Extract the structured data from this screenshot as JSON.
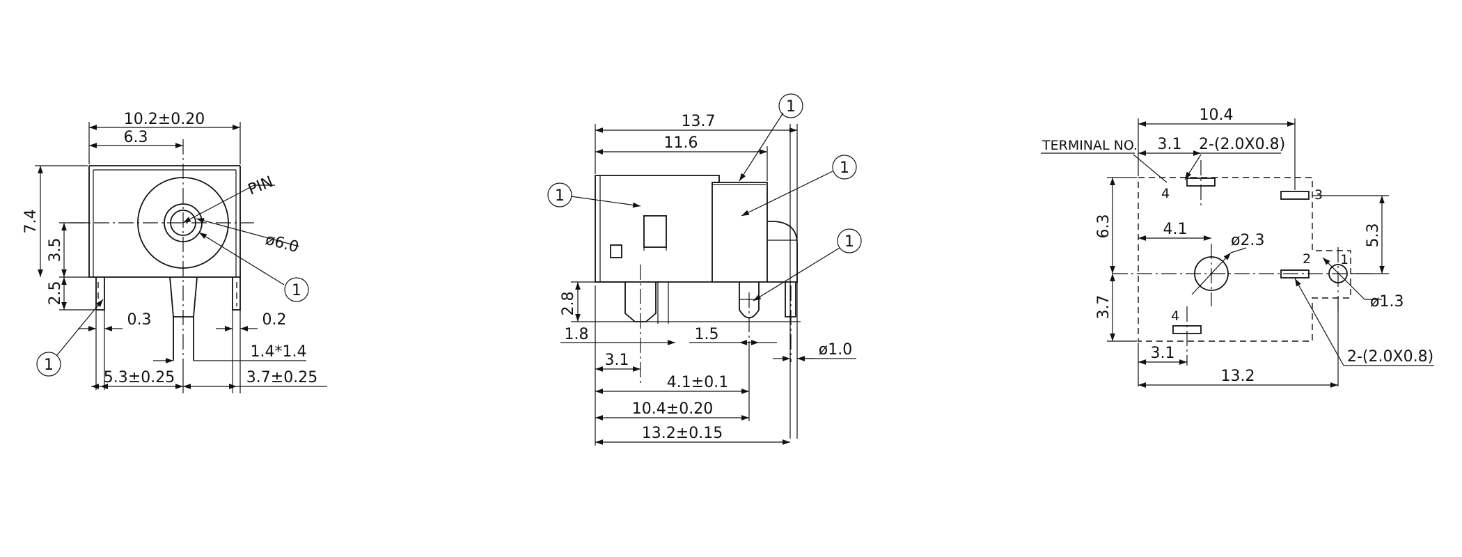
{
  "front_view": {
    "width_overall": "10.2±0.20",
    "width_to_center": "6.3",
    "height_overall": "7.4",
    "height_center": "3.5",
    "pin_length": "2.5",
    "pin_thickness_left": "0.3",
    "pin_thickness_right": "0.2",
    "pin_square": "1.4*1.4",
    "pos_left": "5.3±0.25",
    "pos_right": "3.7±0.25",
    "pin_label": "PIN",
    "bore_diameter": "ø6.0",
    "callout_a": "1",
    "callout_b": "1"
  },
  "side_view": {
    "length_overall": "13.7",
    "length_body": "11.6",
    "pin_height": "2.8",
    "pin_offset": "1.8",
    "pin_gap": "1.5",
    "pin_diameter": "ø1.0",
    "dist_a": "3.1",
    "dist_b": "4.1±0.1",
    "dist_c": "10.4±0.20",
    "dist_d": "13.2±0.15",
    "callout_a": "1",
    "callout_b": "1",
    "callout_c": "1",
    "callout_d": "1"
  },
  "pcb_layout": {
    "width_top": "10.4",
    "terminal_label": "TERMINAL NO.",
    "spacing_top": "3.1",
    "slot_top": "2-(2.0X0.8)",
    "height_left": "6.3",
    "height_right": "5.3",
    "hole_offset": "4.1",
    "hole_large": "ø2.3",
    "height_lower": "3.7",
    "hole_small": "ø1.3",
    "spacing_bottom": "3.1",
    "width_bottom": "13.2",
    "slot_bottom": "2-(2.0X0.8)",
    "terminal_1": "1",
    "terminal_2": "2",
    "terminal_3": "3",
    "terminal_4_top": "4",
    "terminal_4_bottom": "4"
  }
}
